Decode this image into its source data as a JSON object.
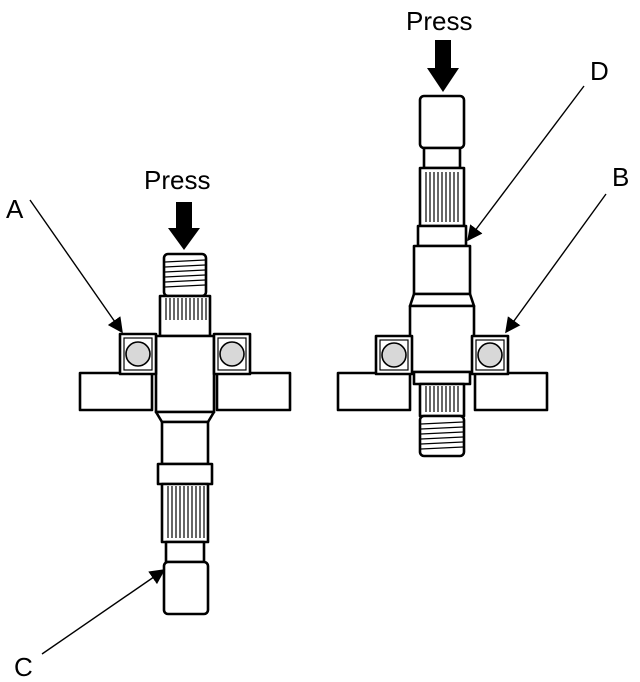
{
  "diagram": {
    "press_left": "Press",
    "press_right": "Press",
    "label_a": "A",
    "label_b": "B",
    "label_c": "C",
    "label_d": "D"
  },
  "colors": {
    "ink": "#000000",
    "background": "#ffffff",
    "ball_shade": "#d8d8d8"
  }
}
